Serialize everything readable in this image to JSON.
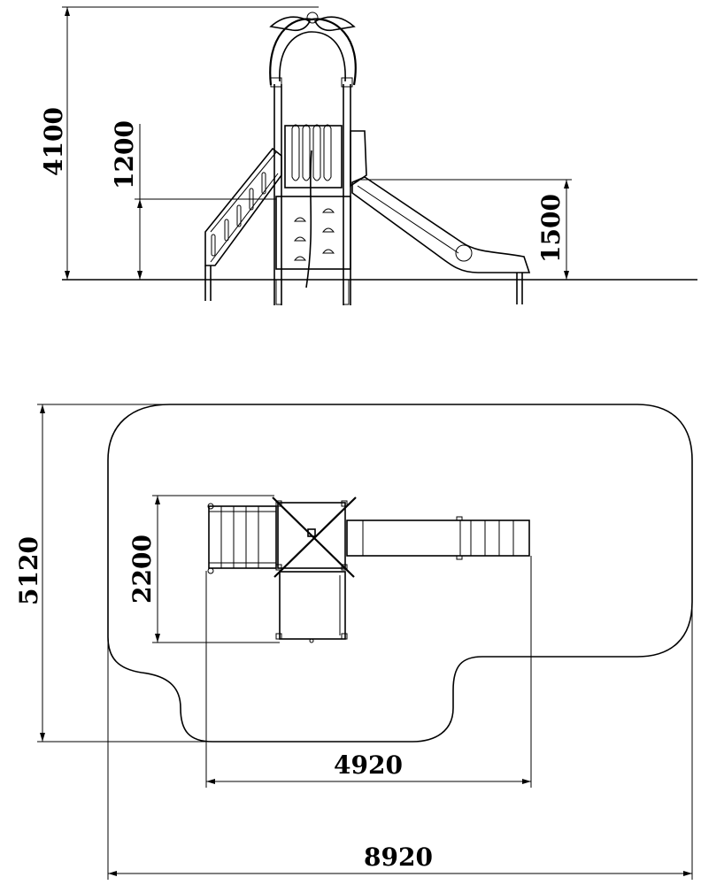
{
  "elevation": {
    "total_height_label": "4100",
    "platform_height_label": "1200",
    "slide_height_label": "1500"
  },
  "plan": {
    "platform_depth_label": "2200",
    "safety_zone_depth_label": "5120",
    "equipment_length_label": "4920",
    "safety_zone_length_label": "8920"
  },
  "colors": {
    "line": "#000000",
    "background": "#ffffff"
  }
}
